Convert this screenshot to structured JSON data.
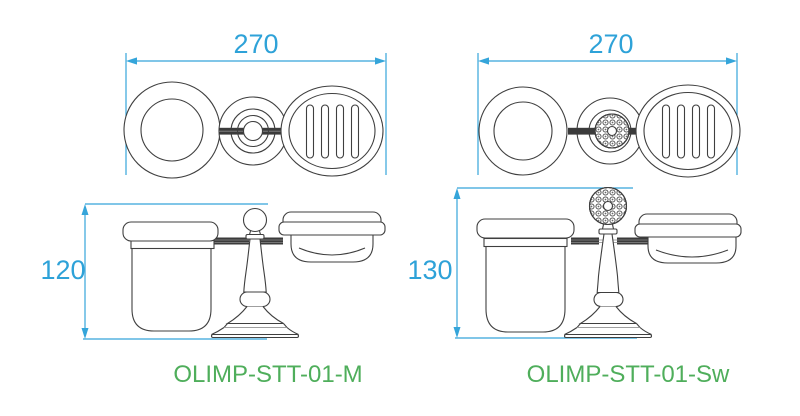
{
  "document": {
    "type": "product-technical-drawing",
    "background": "#ffffff"
  },
  "colors": {
    "dimension_lines": "#35a5da",
    "dimension_text": "#2ea2d8",
    "product_label": "#4fae5b",
    "drawing_line": "#3f3f3f",
    "connector_bar": "#3b3b3b"
  },
  "drawings": [
    {
      "id": "m",
      "label": "OLIMP-STT-01-M",
      "top_view": {
        "width_dim": "270"
      },
      "front_view": {
        "height_dim": "120"
      },
      "description": "tumbler holder with soap dish, plain ball finial"
    },
    {
      "id": "sw",
      "label": "OLIMP-STT-01-Sw",
      "top_view": {
        "width_dim": "270"
      },
      "front_view": {
        "height_dim": "130"
      },
      "description": "tumbler holder with soap dish, crystal ball finial"
    }
  ]
}
